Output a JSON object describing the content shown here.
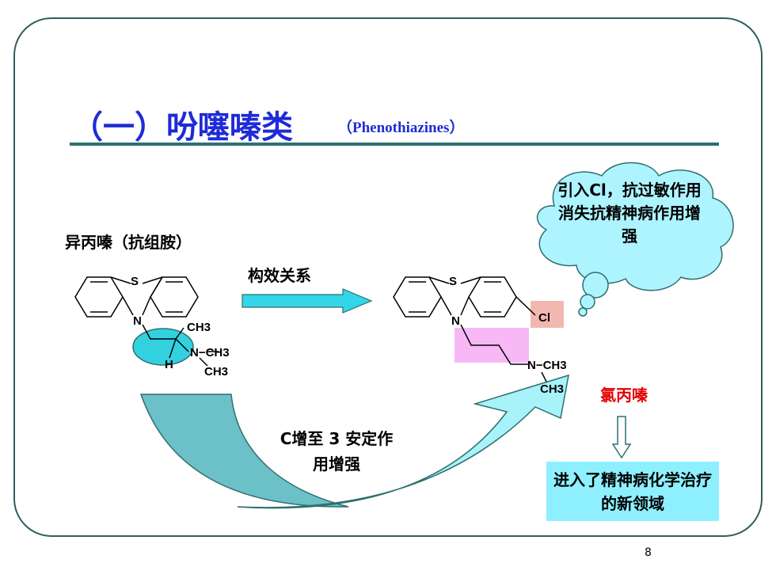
{
  "title": {
    "main": "（一）吩噻嗪类",
    "sub": "（Phenothiazines）"
  },
  "left_compound": {
    "name": "异丙嗪（抗组胺）",
    "atoms": {
      "S": "S",
      "N": "N",
      "CH3_top": "CH3",
      "N_methyl": "N−CH3",
      "H": "H",
      "CH3_bottom": "CH3"
    }
  },
  "relation": {
    "label": "构效关系"
  },
  "right_compound": {
    "name": "氯丙嗪",
    "atoms": {
      "S": "S",
      "N": "N",
      "Cl": "Cl",
      "N_methyl": "N−CH3",
      "CH3_bottom": "CH3"
    }
  },
  "cloud_note": "引入Cl，抗过敏作用消失抗精神病作用增强",
  "curve_note": "C增至 3 安定作用增强",
  "result_box": "进入了精神病化学治疗的新领域",
  "page_number": "8",
  "colors": {
    "title": "#1e2bd6",
    "frame": "#2f5f5f",
    "arrow_fill": "#33d6e8",
    "cloud_fill": "#aef4ff",
    "highlight_ellipse": "#33d0e0",
    "highlight_cl": "#f2b8b0",
    "highlight_chain": "#f7b8f5",
    "product_name": "#e60000",
    "result_box": "#8ef0ff",
    "curve_left": "#6cc0c8",
    "curve_right": "#a8f2fa"
  }
}
